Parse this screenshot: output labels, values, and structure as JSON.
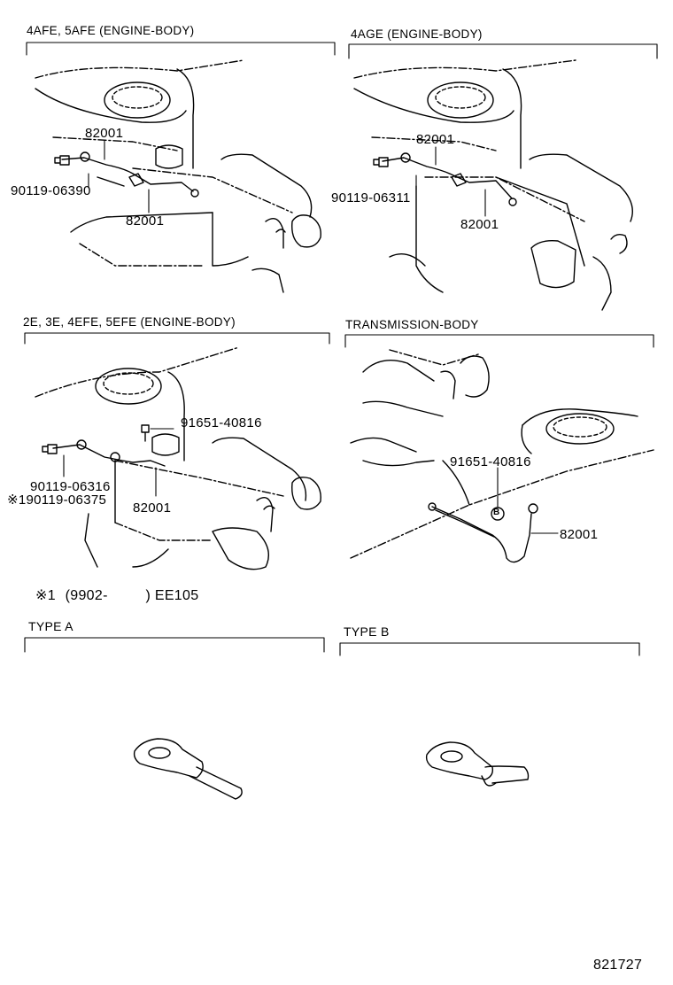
{
  "sections": {
    "tl": {
      "title": "4AFE, 5AFE (ENGINE-BODY)",
      "parts": [
        "82001",
        "90119-06390",
        "82001"
      ]
    },
    "tr": {
      "title": "4AGE (ENGINE-BODY)",
      "parts": [
        "82001",
        "90119-06311",
        "82001"
      ]
    },
    "ml": {
      "title": "2E, 3E, 4EFE, 5EFE (ENGINE-BODY)",
      "parts": [
        "91651-40816",
        "90119-06316",
        "※190119-06375",
        "82001"
      ]
    },
    "mr": {
      "title": "TRANSMISSION-BODY",
      "parts": [
        "91651-40816",
        "82001"
      ],
      "marker": "B"
    }
  },
  "footnote": {
    "mark": "※1",
    "text": "(9902-",
    "close": ")",
    "code": "EE105"
  },
  "types": {
    "a": "TYPE  A",
    "b": "TYPE  B"
  },
  "figure_id": "821727",
  "icons": [
    "engine-block-drawing",
    "ground-strap-wire",
    "bolt-icon",
    "ring-terminal-icon"
  ]
}
